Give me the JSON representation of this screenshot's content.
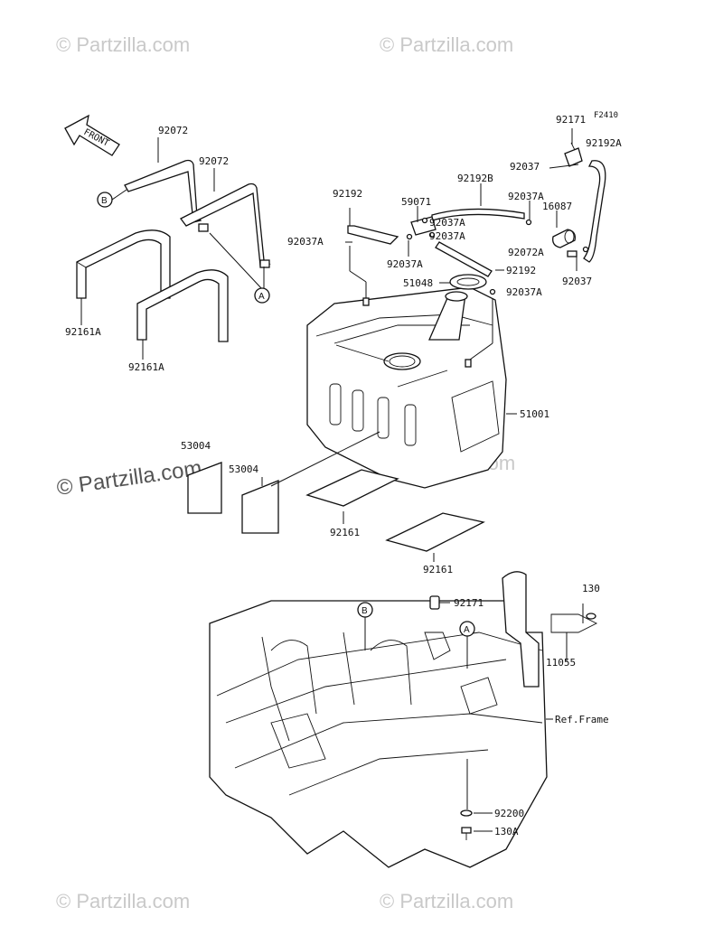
{
  "watermarks": {
    "copyright": "© Partzilla.com"
  },
  "figure_code": "F2410",
  "front_arrow_label": "FRONT",
  "ref_labels": [
    "A",
    "B"
  ],
  "parts": {
    "p92171_top": "92171",
    "p92192A": "92192A",
    "p92037_top": "92037",
    "p92192B": "92192B",
    "p92037A_1": "92037A",
    "p16087": "16087",
    "p59071": "59071",
    "p92037A_2": "92037A",
    "p92037A_3": "92037A",
    "p92072A": "92072A",
    "p92037_right": "92037",
    "p92192_left": "92192",
    "p92037A_left": "92037A",
    "p92037A_4": "92037A",
    "p92192_mid": "92192",
    "p51048": "51048",
    "p92037A_5": "92037A",
    "p92072_1": "92072",
    "p92072_2": "92072",
    "p92161A_1": "92161A",
    "p92161A_2": "92161A",
    "p51001": "51001",
    "p53004_1": "53004",
    "p53004_2": "53004",
    "p92161_1": "92161",
    "p92161_2": "92161",
    "p92171_bottom": "92171",
    "p130": "130",
    "p11055": "11055",
    "ref_frame": "Ref.Frame",
    "p92200": "92200",
    "p130A": "130A"
  }
}
